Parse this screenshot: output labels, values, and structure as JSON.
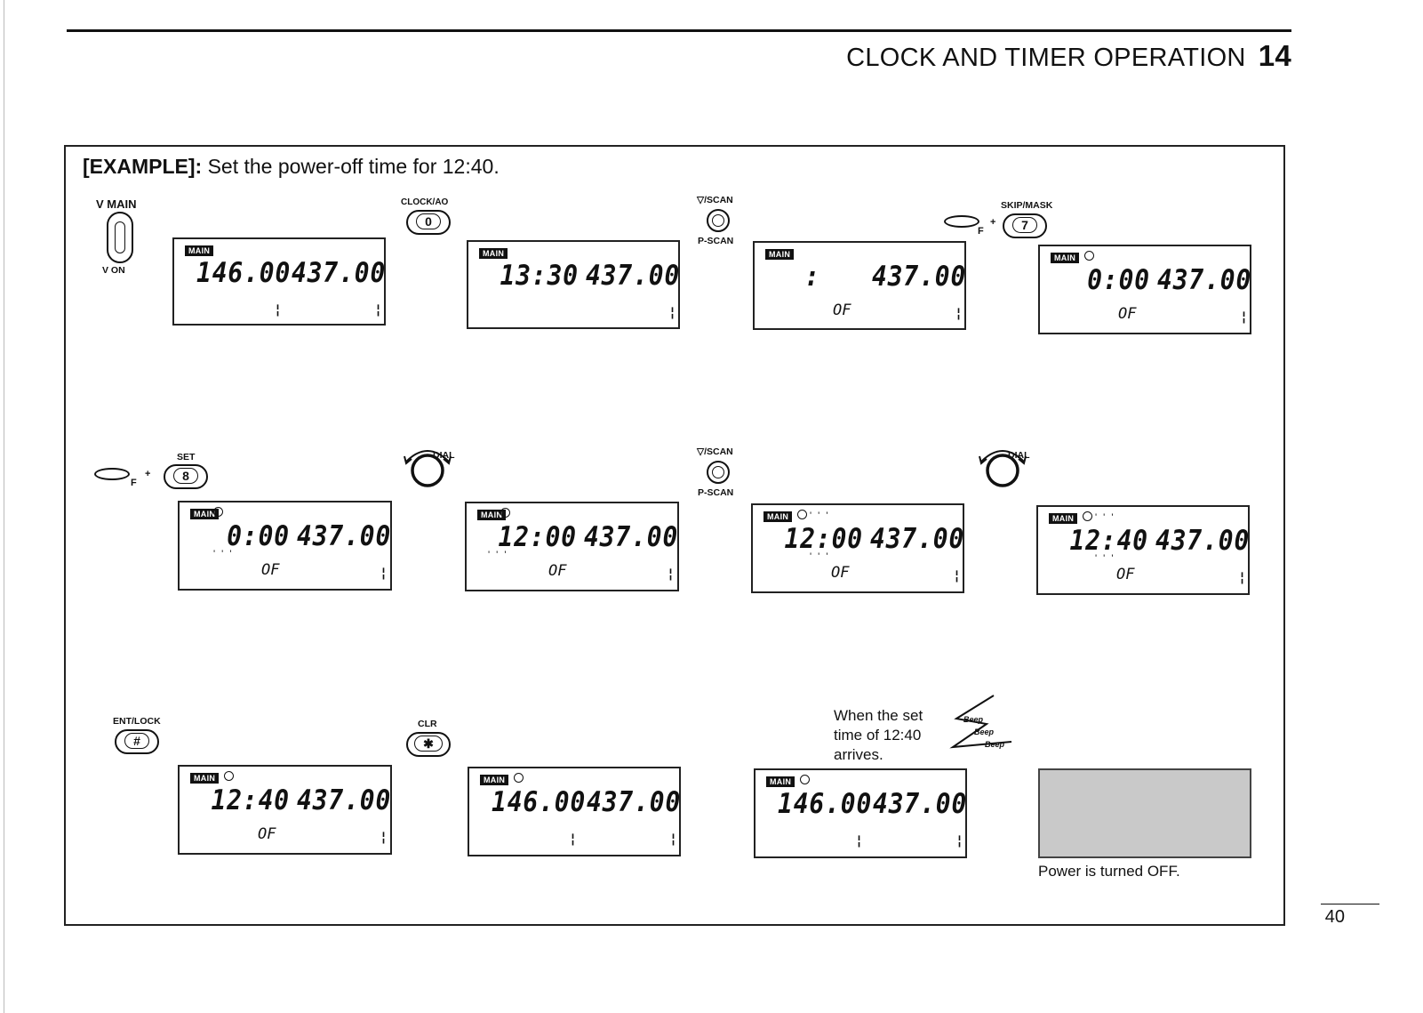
{
  "header": {
    "title": "CLOCK AND TIMER OPERATION",
    "chapter": "14"
  },
  "example": {
    "label": "[EXAMPLE]:",
    "text": "Set the power-off time for 12:40."
  },
  "controls": {
    "vmain_top": "V MAIN",
    "vmain_bottom": "V ON",
    "clock_ao": "CLOCK/AO",
    "clock_key": "0",
    "scan_top": "▽/SCAN",
    "scan_bottom": "P-SCAN",
    "skip_mask": "SKIP/MASK",
    "skip_key": "7",
    "set": "SET",
    "set_key": "8",
    "f_label": "F",
    "plus": "+",
    "dial": "DIAL",
    "ent_lock": "ENT/LOCK",
    "ent_key": "#",
    "clr": "CLR",
    "clr_key": "✱"
  },
  "displays": [
    {
      "badge": "MAIN",
      "left": "146.00",
      "right": "437.00",
      "sub": "",
      "clock_icon": false
    },
    {
      "badge": "MAIN",
      "left": "13:30",
      "right": "437.00",
      "sub": "",
      "clock_icon": false
    },
    {
      "badge": "MAIN",
      "left": ":",
      "right": "437.00",
      "sub": "OF",
      "clock_icon": false
    },
    {
      "badge": "MAIN",
      "left": "0:00",
      "right": "437.00",
      "sub": "OF",
      "clock_icon": true
    },
    {
      "badge": "MAIN",
      "left": "0:00",
      "right": "437.00",
      "sub": "OF",
      "clock_icon": true
    },
    {
      "badge": "MAIN",
      "left": "12:00",
      "right": "437.00",
      "sub": "OF",
      "clock_icon": true
    },
    {
      "badge": "MAIN",
      "left": "12:00",
      "right": "437.00",
      "sub": "OF",
      "clock_icon": true
    },
    {
      "badge": "MAIN",
      "left": "12:40",
      "right": "437.00",
      "sub": "OF",
      "clock_icon": true
    },
    {
      "badge": "MAIN",
      "left": "12:40",
      "right": "437.00",
      "sub": "OF",
      "clock_icon": true
    },
    {
      "badge": "MAIN",
      "left": "146.00",
      "right": "437.00",
      "sub": "",
      "clock_icon": true
    },
    {
      "badge": "MAIN",
      "left": "146.00",
      "right": "437.00",
      "sub": "",
      "clock_icon": true
    }
  ],
  "alarm_note": {
    "line1": "When the set",
    "line2": "time of 12:40",
    "line3": "arrives.",
    "beep": "Beep"
  },
  "power_off_caption": "Power is turned OFF.",
  "page_number": "40"
}
